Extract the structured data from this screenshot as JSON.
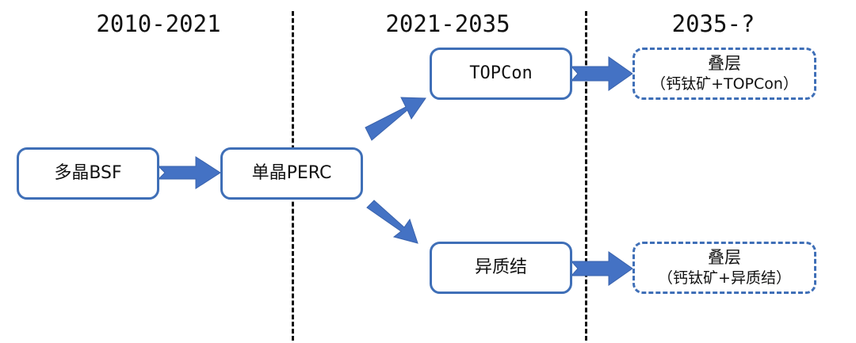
{
  "periods": [
    "2010-2021",
    "2021-2035",
    "2035-?"
  ],
  "nodes": {
    "multi_bsf": "多晶BSF",
    "mono_perc": "单晶PERC",
    "topcon": "TOPCon",
    "hjt": "异质结",
    "tandem_topcon": {
      "title": "叠层",
      "subtitle": "（钙钛矿+TOPCon）"
    },
    "tandem_hjt": {
      "title": "叠层",
      "subtitle": "（钙钛矿+异质结）"
    }
  },
  "colors": {
    "box_border": "#3f6fb7",
    "arrow": "#4472c4",
    "divider": "#111111"
  }
}
